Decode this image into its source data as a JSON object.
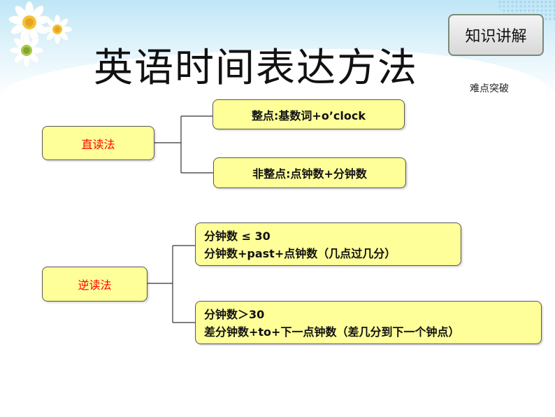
{
  "title": "英语时间表达方法",
  "badge": "知识讲解",
  "subtitle": "难点突破",
  "method1": {
    "label": "直读法",
    "branches": [
      "整点:基数词+o’clock",
      "非整点:点钟数+分钟数"
    ]
  },
  "method2": {
    "label": "逆读法",
    "branch1": {
      "line1": "分钟数 ≤ 30",
      "line2": "分钟数+past+点钟数（几点过几分）"
    },
    "branch2": {
      "line1": "分钟数＞30",
      "line2": "差分钟数+to+下一点钟数（差几分到下一个钟点）"
    }
  },
  "colors": {
    "box_fill": "#ffff99",
    "method_label": "#ff0000"
  }
}
